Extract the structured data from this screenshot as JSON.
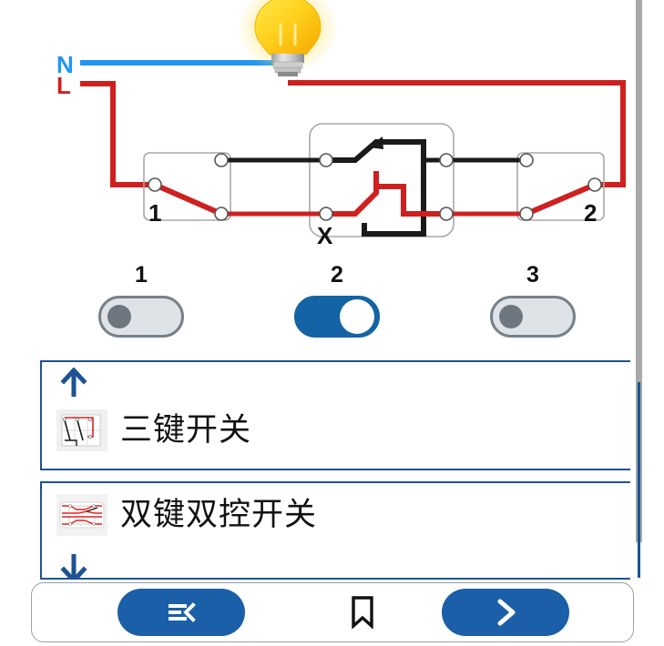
{
  "diagram": {
    "title": "three-way and crossover switch wiring diagram",
    "labels": {
      "neutral": "N",
      "live": "L",
      "switch_left": "1",
      "switch_middle": "X",
      "switch_right": "2"
    },
    "colors": {
      "neutral_wire": "#2196f3",
      "live_wire": "#d32020",
      "traveler_wire": "#1a1a1a",
      "lamp_glow": "#ffd21e",
      "box_outline": "#9e9e9e"
    },
    "lamp": {
      "state": "on",
      "bulb_color": "#ffcc00",
      "base_color": "#c8c8c8"
    }
  },
  "toggles": [
    {
      "label": "1",
      "state": "off"
    },
    {
      "label": "2",
      "state": "on"
    },
    {
      "label": "3",
      "state": "off"
    }
  ],
  "list": {
    "items": [
      {
        "title": "三键开关",
        "arrow": "up",
        "icon": "three-gang-switch-thumbnail"
      },
      {
        "title": "双键双控开关",
        "arrow": "down",
        "icon": "two-gang-two-way-switch-thumbnail"
      }
    ]
  },
  "toolbar": {
    "menu_icon": "menu-collapse-icon",
    "bookmark_icon": "bookmark-icon",
    "next_icon": "chevron-right-icon",
    "accent_color": "#1a5fa8"
  },
  "scrollbar": {
    "orientation": "vertical",
    "position": "right"
  }
}
